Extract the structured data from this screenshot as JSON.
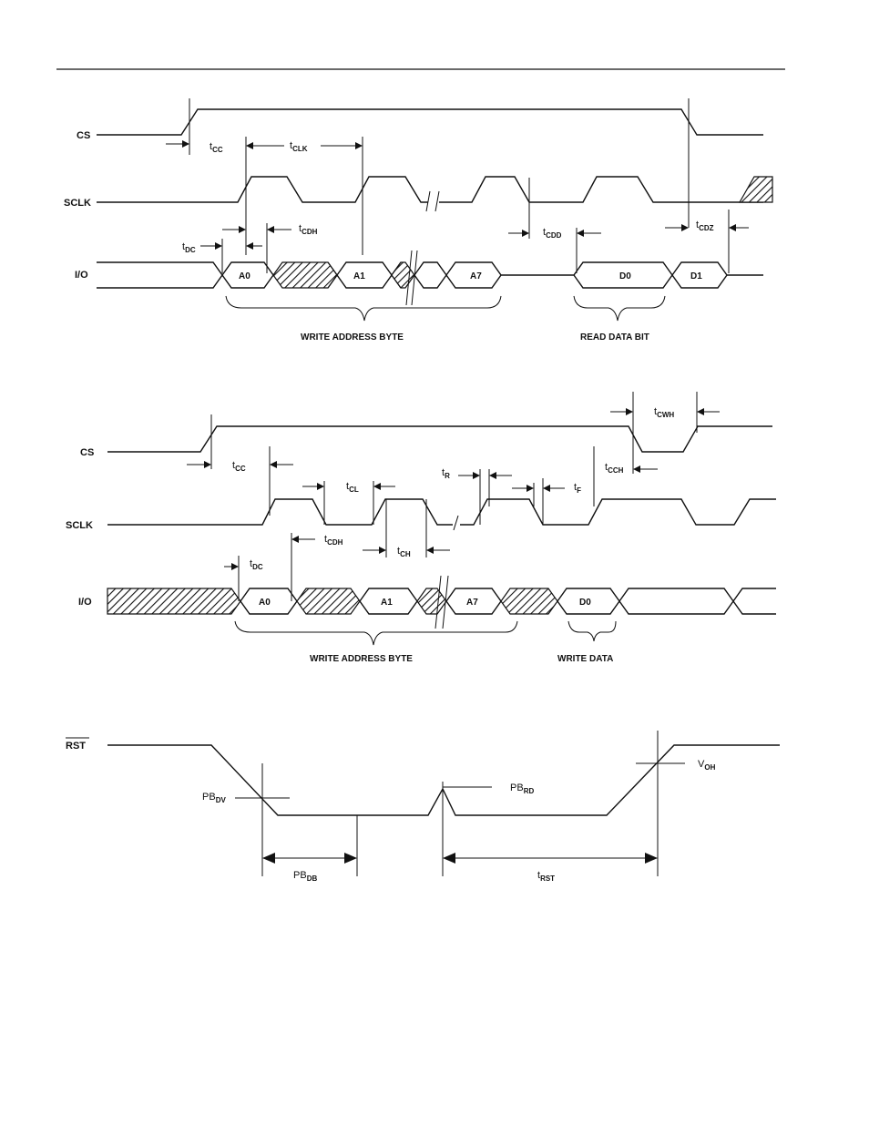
{
  "diagram1": {
    "signals": {
      "cs": "CS",
      "sclk": "SCLK",
      "io": "I/O"
    },
    "bits": {
      "a0": "A0",
      "a1": "A1",
      "a7": "A7",
      "d0": "D0",
      "d1": "D1"
    },
    "timing": {
      "tcc": {
        "base": "t",
        "sub": "CC"
      },
      "tclk": {
        "base": "t",
        "sub": "CLK"
      },
      "tcdh": {
        "base": "t",
        "sub": "CDH"
      },
      "tdc": {
        "base": "t",
        "sub": "DC"
      },
      "tcdd": {
        "base": "t",
        "sub": "CDD"
      },
      "tcdz": {
        "base": "t",
        "sub": "CDZ"
      }
    },
    "groups": {
      "write_address": "WRITE ADDRESS BYTE",
      "read_data": "READ DATA BIT"
    }
  },
  "diagram2": {
    "signals": {
      "cs": "CS",
      "sclk": "SCLK",
      "io": "I/O"
    },
    "bits": {
      "a0": "A0",
      "a1": "A1",
      "a7": "A7",
      "d0": "D0"
    },
    "timing": {
      "tcc": {
        "base": "t",
        "sub": "CC"
      },
      "tcl": {
        "base": "t",
        "sub": "CL"
      },
      "tr": {
        "base": "t",
        "sub": "R"
      },
      "tf": {
        "base": "t",
        "sub": "F"
      },
      "tcch": {
        "base": "t",
        "sub": "CCH"
      },
      "tcwh": {
        "base": "t",
        "sub": "CWH"
      },
      "tcdh": {
        "base": "t",
        "sub": "CDH"
      },
      "tch": {
        "base": "t",
        "sub": "CH"
      },
      "tdc": {
        "base": "t",
        "sub": "DC"
      }
    },
    "groups": {
      "write_address": "WRITE ADDRESS BYTE",
      "write_data": "WRITE DATA"
    }
  },
  "diagram3": {
    "signal": "RST",
    "labels": {
      "pbdv": {
        "base": "PB",
        "sub": "DV"
      },
      "pbrd": {
        "base": "PB",
        "sub": "RD"
      },
      "voh": {
        "base": "V",
        "sub": "OH"
      },
      "pbdb": {
        "base": "PB",
        "sub": "DB"
      },
      "trst": {
        "base": "t",
        "sub": "RST"
      }
    }
  }
}
